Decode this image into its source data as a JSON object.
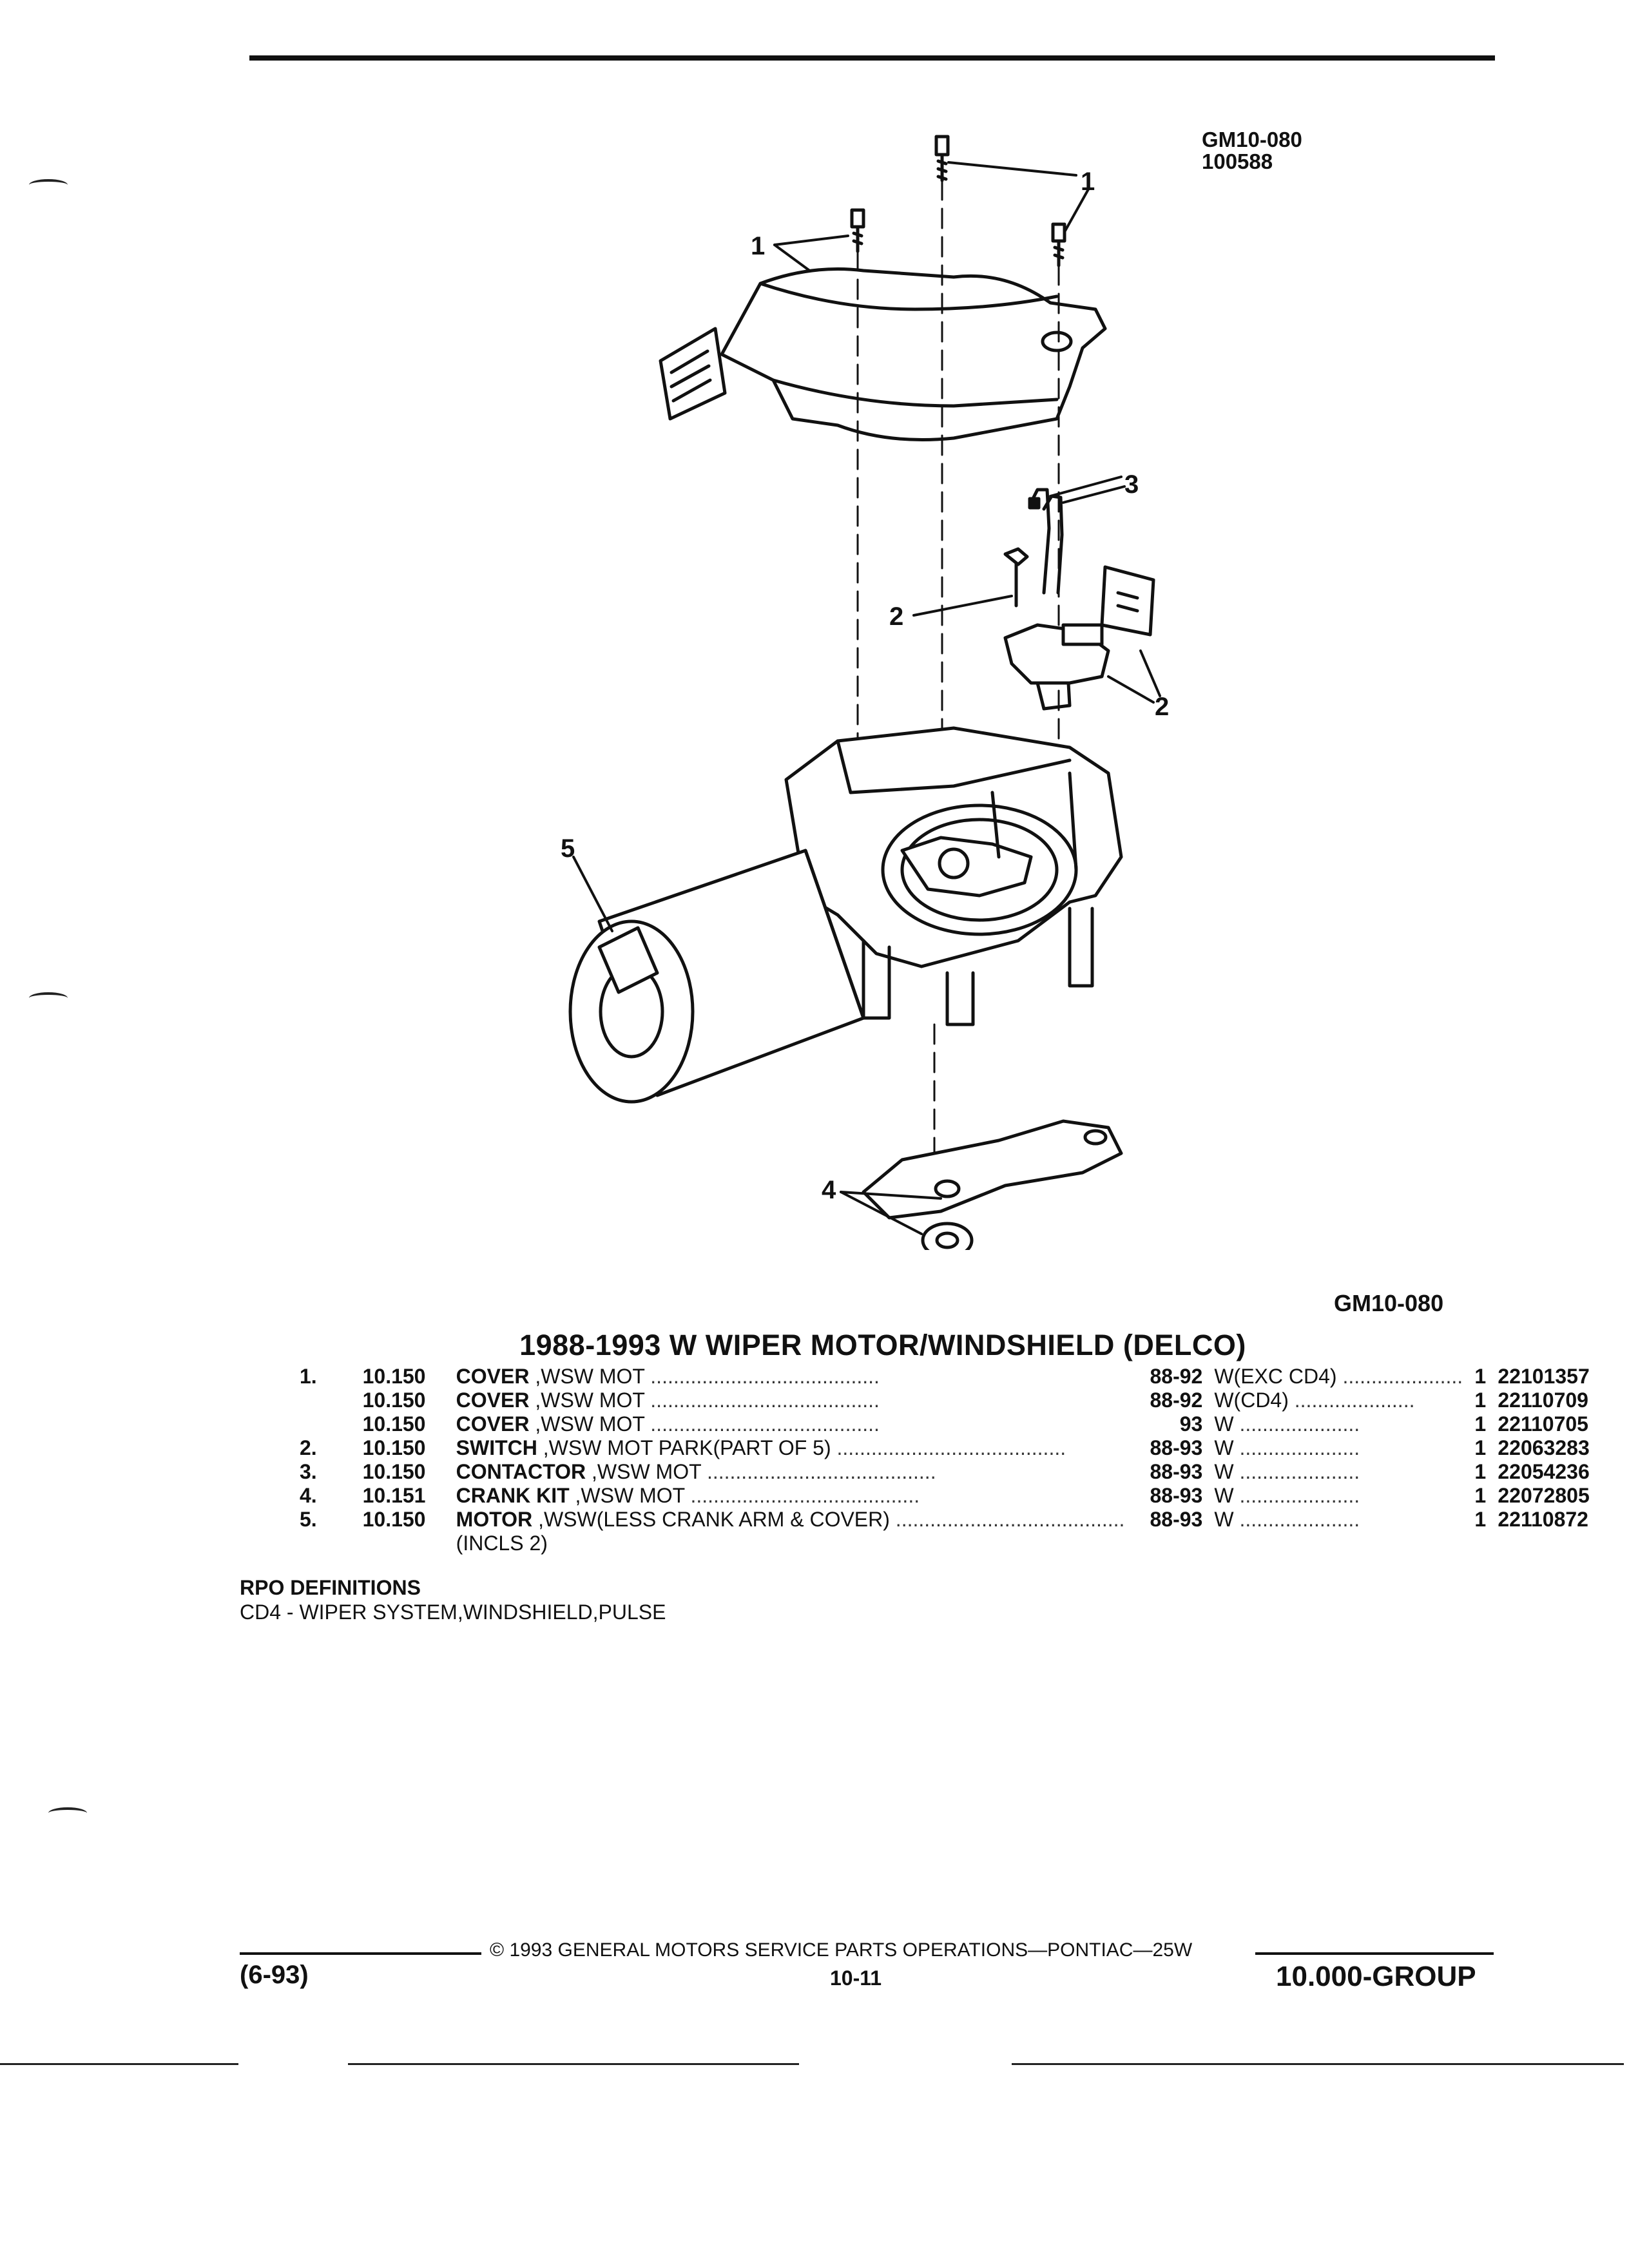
{
  "header": {
    "figure_code_top": [
      "GM10-080",
      "100588"
    ],
    "figure_code_bottom": "GM10-080"
  },
  "callouts": [
    "1",
    "1",
    "2",
    "2",
    "3",
    "4",
    "5"
  ],
  "title": "1988-1993 W WIPER MOTOR/WINDSHIELD (DELCO)",
  "parts": [
    {
      "no": "1.",
      "group": "10.150",
      "label": "COVER",
      "desc": " ,WSW MOT",
      "years": "88-92",
      "usage": "W(EXC CD4)",
      "qty": "1",
      "part": "22101357"
    },
    {
      "no": "",
      "group": "10.150",
      "label": "COVER",
      "desc": " ,WSW MOT",
      "years": "88-92",
      "usage": "W(CD4)",
      "qty": "1",
      "part": "22110709"
    },
    {
      "no": "",
      "group": "10.150",
      "label": "COVER",
      "desc": " ,WSW MOT",
      "years": "93",
      "usage": "W",
      "qty": "1",
      "part": "22110705"
    },
    {
      "no": "2.",
      "group": "10.150",
      "label": "SWITCH",
      "desc": " ,WSW MOT PARK(PART OF 5)",
      "years": "88-93",
      "usage": "W",
      "qty": "1",
      "part": "22063283"
    },
    {
      "no": "3.",
      "group": "10.150",
      "label": "CONTACTOR",
      "desc": " ,WSW MOT",
      "years": "88-93",
      "usage": "W",
      "qty": "1",
      "part": "22054236"
    },
    {
      "no": "4.",
      "group": "10.151",
      "label": "CRANK KIT",
      "desc": " ,WSW MOT",
      "years": "88-93",
      "usage": "W",
      "qty": "1",
      "part": "22072805"
    },
    {
      "no": "5.",
      "group": "10.150",
      "label": "MOTOR",
      "desc": " ,WSW(LESS CRANK ARM & COVER)",
      "years": "88-93",
      "usage": "W",
      "qty": "1",
      "part": "22110872"
    }
  ],
  "part5_note": "(INCLS 2)",
  "rpo": {
    "heading": "RPO DEFINITIONS",
    "definitions": [
      "CD4 - WIPER SYSTEM,WINDSHIELD,PULSE"
    ]
  },
  "footer": {
    "copyright": "© 1993 GENERAL MOTORS SERVICE PARTS OPERATIONS—PONTIAC—25W",
    "date": "(6-93)",
    "page": "10-11",
    "group": "10.000-GROUP"
  }
}
